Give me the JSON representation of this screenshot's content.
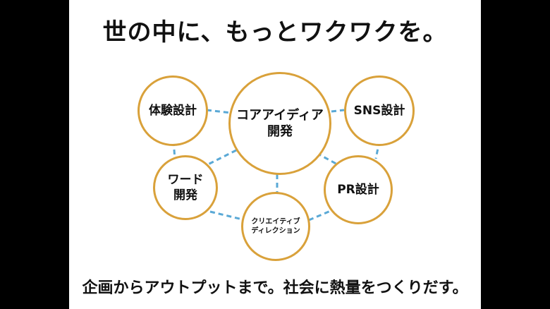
{
  "title": "世の中に、もっとワクワクを。",
  "footer": "企画からアウトプットまで。社会に熱量をつくりだす。",
  "colors": {
    "ring": "#d9a13a",
    "connector": "#5aa9d6",
    "frame": "#000000"
  },
  "nodes": {
    "core": {
      "line1": "コアアイディア",
      "line2": "開発"
    },
    "experience": {
      "label": "体験設計"
    },
    "sns": {
      "label": "SNS設計"
    },
    "word": {
      "line1": "ワード",
      "line2": "開発"
    },
    "pr": {
      "label": "PR設計"
    },
    "creative": {
      "line1": "クリエイティブ",
      "line2": "ディレクション"
    }
  }
}
